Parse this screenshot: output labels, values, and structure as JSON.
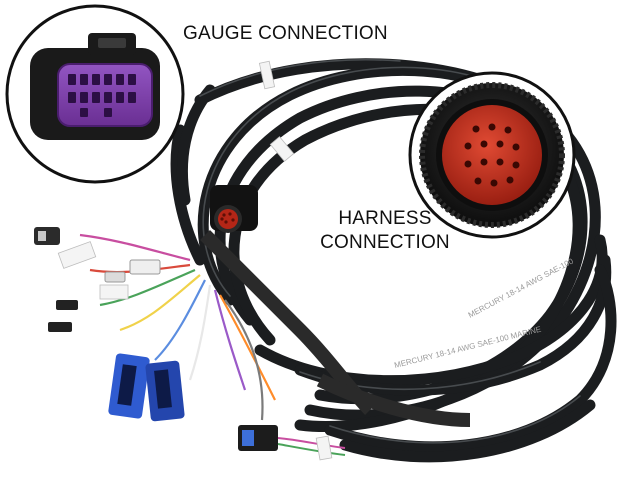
{
  "labels": {
    "gauge": "GAUGE CONNECTION",
    "harness_line1": "HARNESS",
    "harness_line2": "CONNECTION"
  },
  "cable_print": {
    "text1": "MERCURY 18-14 AWG SAE-100 MARINE",
    "text2": "MERCURY 18-14 AWG SAE-100"
  },
  "colors": {
    "cable": "#1b1d1f",
    "cable_highlight": "#5a5f63",
    "gauge_connector": "#7d3fa8",
    "harness_pins": "#c8301e",
    "blue_connector": "#2f5bd0",
    "background": "#ffffff"
  }
}
